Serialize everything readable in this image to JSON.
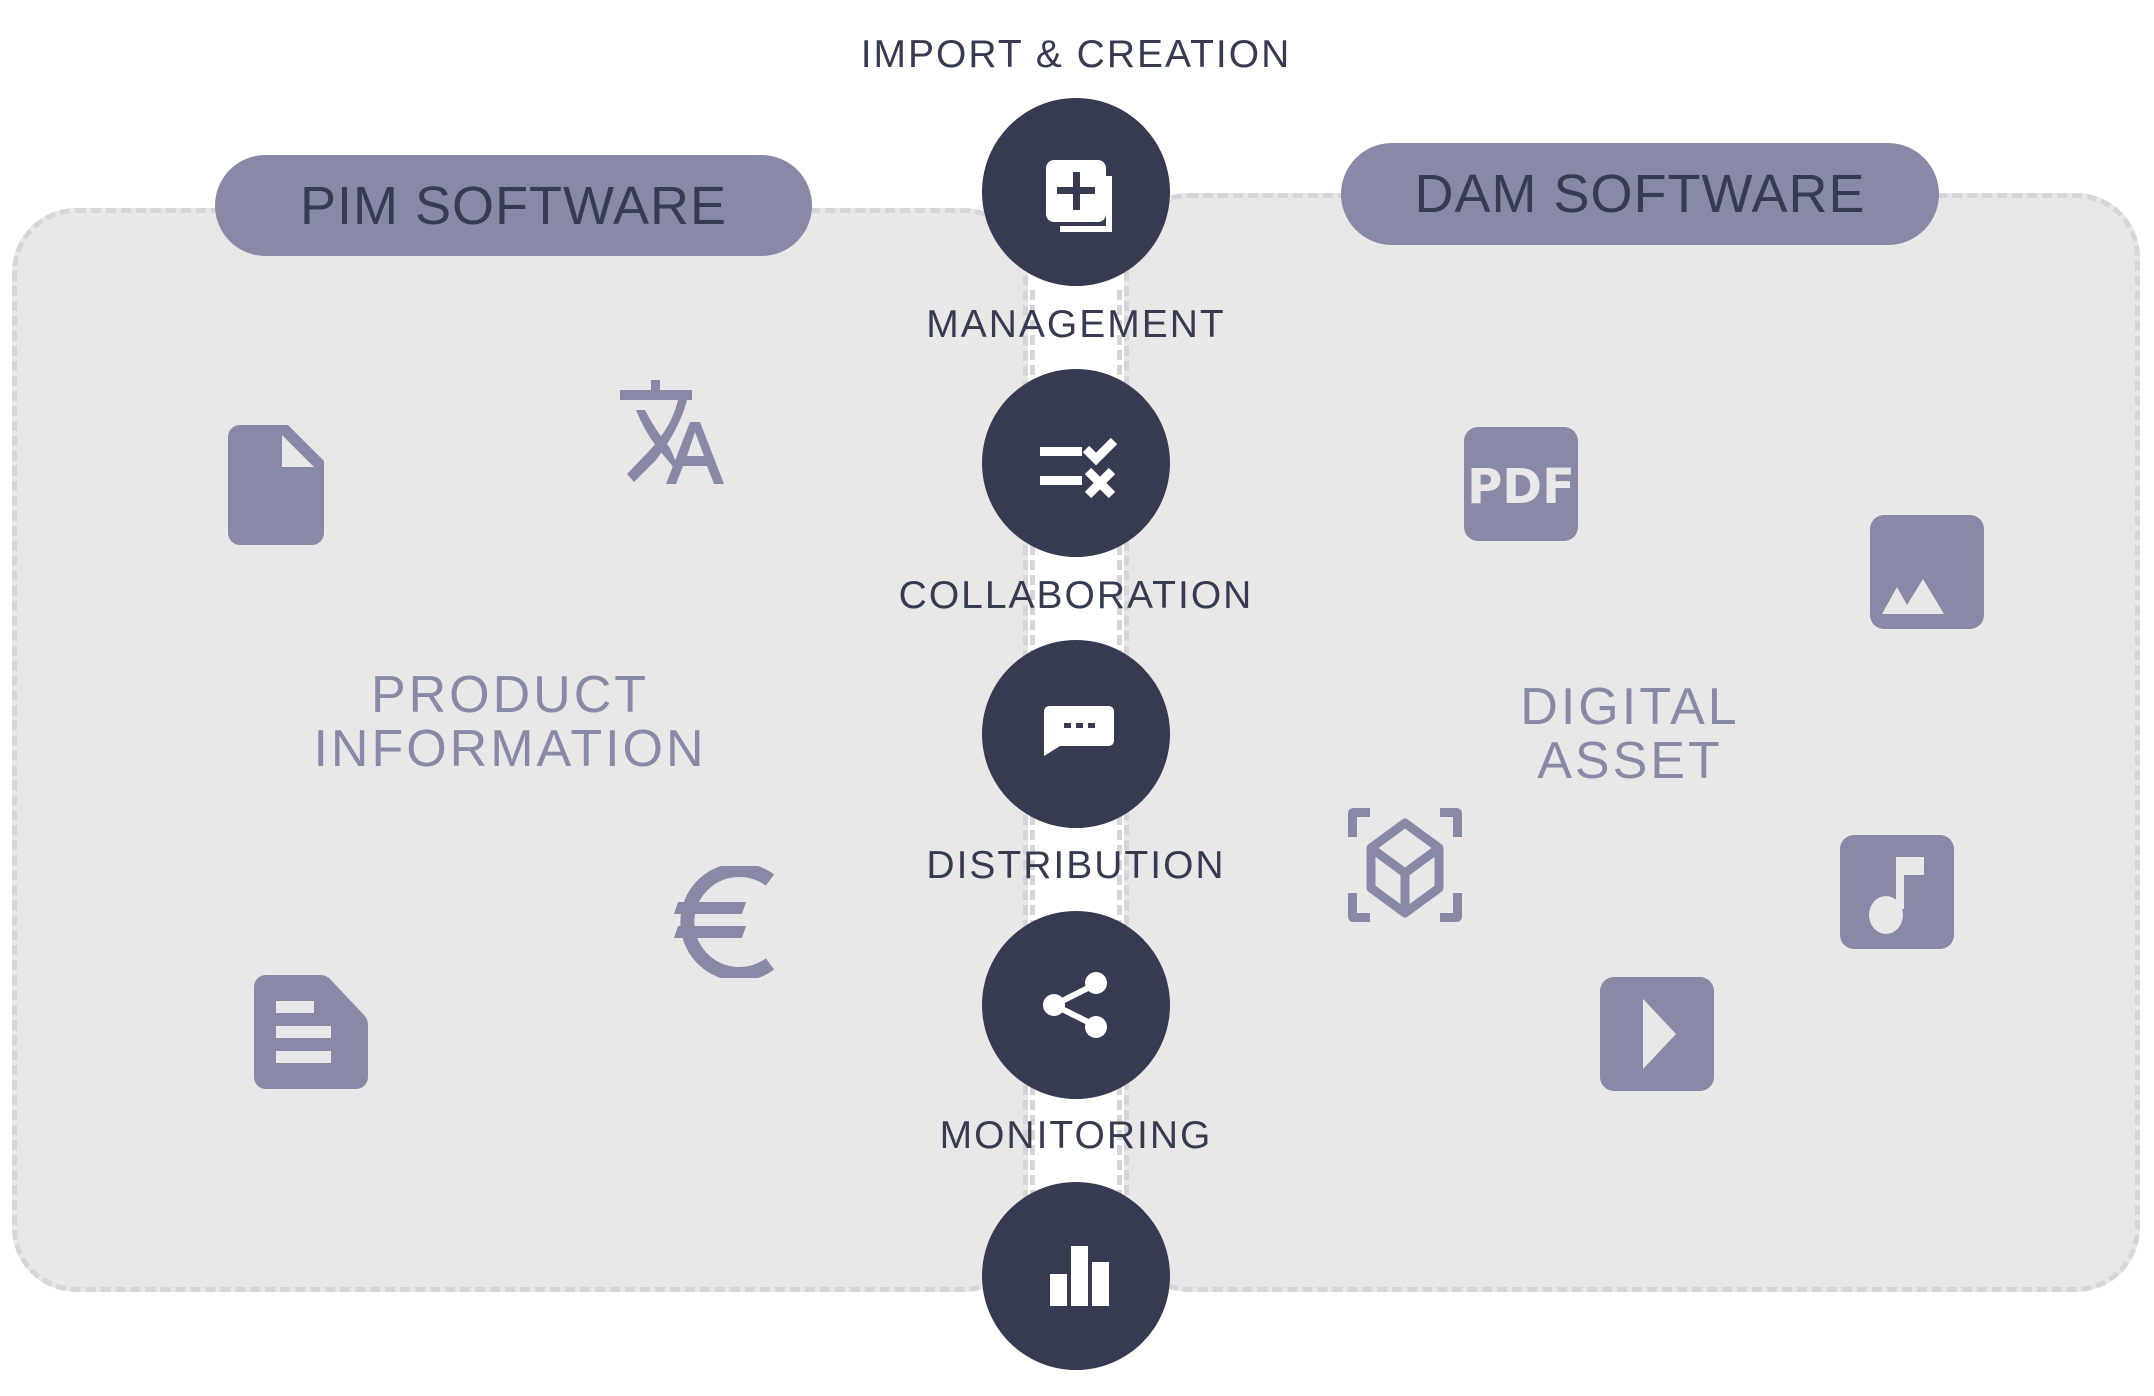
{
  "pim": {
    "title": "PIM SOFTWARE",
    "area_label_line1": "PRODUCT",
    "area_label_line2": "INFORMATION",
    "icons": [
      "file-icon",
      "translate-icon",
      "euro-icon",
      "document-text-icon"
    ]
  },
  "dam": {
    "title": "DAM SOFTWARE",
    "area_label_line1": "DIGITAL",
    "area_label_line2": "ASSET",
    "icons": [
      "pdf-icon",
      "image-icon",
      "3d-cube-icon",
      "music-icon",
      "video-play-icon"
    ]
  },
  "steps": [
    {
      "label": "IMPORT & CREATION",
      "icon": "add-to-library-icon"
    },
    {
      "label": "MANAGEMENT",
      "icon": "rule-check-icon"
    },
    {
      "label": "COLLABORATION",
      "icon": "chat-bubble-icon"
    },
    {
      "label": "DISTRIBUTION",
      "icon": "share-icon"
    },
    {
      "label": "MONITORING",
      "icon": "bar-chart-icon"
    }
  ],
  "colors": {
    "dark_navy": "#373b52",
    "lavender": "#8889a7",
    "panel_gray": "#e8e8e8",
    "dash_gray": "#d6d6da",
    "white": "#ffffff"
  }
}
